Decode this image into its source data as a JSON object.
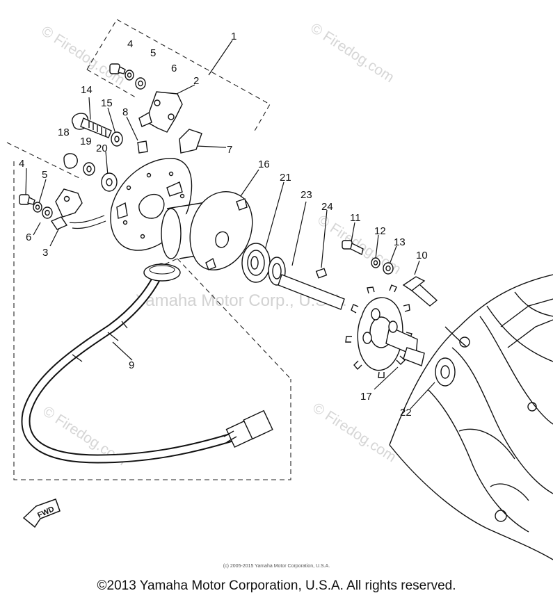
{
  "watermarks": {
    "firedog": "© Firedog.com",
    "firedog_short": "Firedog.com",
    "main": "Yamaha Motor Corp., U.S.A."
  },
  "labels": {
    "p1": "1",
    "p2": "2",
    "p3": "3",
    "p4": "4",
    "p5": "5",
    "p6": "6",
    "p7": "7",
    "p8": "8",
    "p9": "9",
    "p10": "10",
    "p11": "11",
    "p12": "12",
    "p13": "13",
    "p14": "14",
    "p15": "15",
    "p16": "16",
    "p17": "17",
    "p18": "18",
    "p19": "19",
    "p20": "20",
    "p21": "21",
    "p22": "22",
    "p23": "23",
    "p24": "24"
  },
  "fwd_marker": "FWD",
  "small_copyright": "(c) 2005-2015 Yamaha Motor Corporation, U.S.A.",
  "copyright": "©2013 Yamaha Motor Corporation, U.S.A. All rights reserved."
}
